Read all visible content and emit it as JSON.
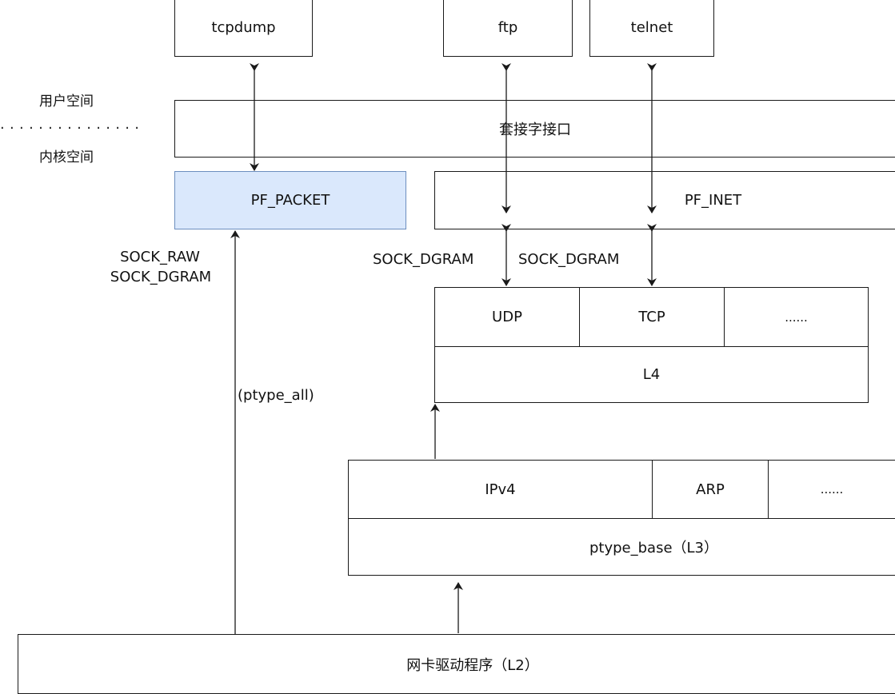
{
  "colors": {
    "line": "#1a1a1a",
    "highlight_fill": "#dae8fc",
    "highlight_border": "#6c8ebf"
  },
  "user_apps": {
    "tcpdump": "tcpdump",
    "ftp": "ftp",
    "telnet": "telnet"
  },
  "space_labels": {
    "user_space": "用户空间",
    "kernel_space": "内核空间",
    "divider": "···············"
  },
  "socket_interface": "套接字接口",
  "families": {
    "pf_packet": "PF_PACKET",
    "pf_inet": "PF_INET"
  },
  "socket_types": {
    "sock_raw": "SOCK_RAW",
    "sock_dgram_packet": "SOCK_DGRAM",
    "sock_dgram_ftp": "SOCK_DGRAM",
    "sock_dgram_telnet": "SOCK_DGRAM"
  },
  "l4": {
    "udp": "UDP",
    "tcp": "TCP",
    "more": "......",
    "label": "L4"
  },
  "l3": {
    "ipv4": "IPv4",
    "arp": "ARP",
    "more": "......",
    "label": "ptype_base（L3）"
  },
  "ptype_all": "(ptype_all)",
  "l2_driver": "网卡驱动程序（L2）"
}
